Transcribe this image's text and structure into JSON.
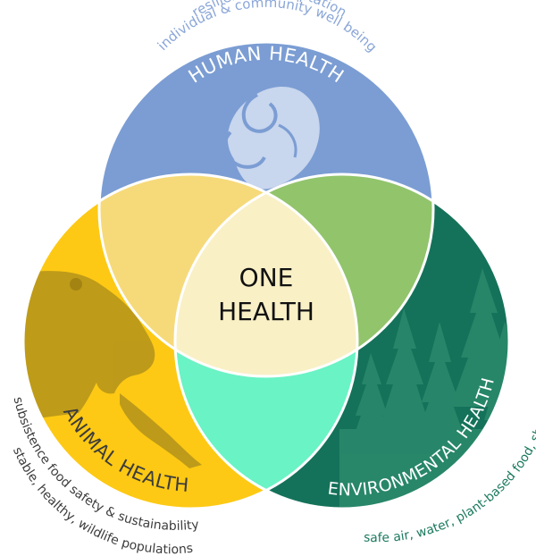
{
  "human": {
    "title": "HUMAN HEALTH",
    "subtitle1": "resilience & adaptation",
    "subtitle2": "individual & community well being",
    "color": "#7b9dd3",
    "text_color": "#8aa6d8",
    "icon": "mother-and-child-icon"
  },
  "animal": {
    "title": "ANIMAL HEALTH",
    "subtitle1": "subsistence food safety & sustainability",
    "subtitle2": "stable, healthy, wildlife populations",
    "color": "#fdc914",
    "text_color": "#3c3c3c",
    "icon": "bear-and-salmon-icon"
  },
  "environment": {
    "title": "ENVIRONMENTAL HEALTH",
    "subtitle": "safe air, water, plant-based food, shelter, sanitation",
    "color": "#15725a",
    "text_color": "#1c7a5f",
    "icon": "spruce-forest-icon"
  },
  "center": {
    "line1": "ONE",
    "line2": "HEALTH",
    "color": "#f9f0c6"
  },
  "overlaps": {
    "human_animal": "#f6da7a",
    "human_environment": "#92c46c",
    "animal_environment": "#6af3c5"
  }
}
